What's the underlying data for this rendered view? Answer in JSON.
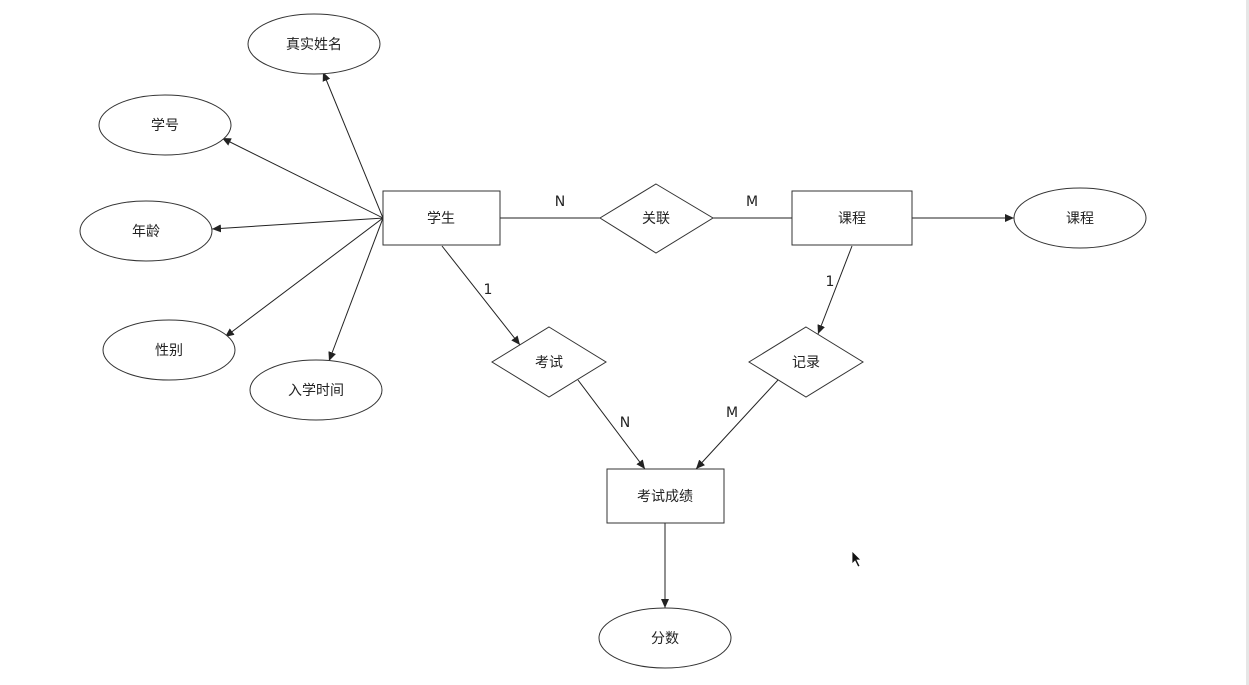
{
  "diagram": {
    "entities": {
      "student": "学生",
      "course": "课程",
      "exam_score": "考试成绩"
    },
    "relationships": {
      "link": "关联",
      "exam": "考试",
      "record": "记录"
    },
    "attributes": {
      "real_name": "真实姓名",
      "student_id": "学号",
      "age": "年龄",
      "gender": "性别",
      "enroll_time": "入学时间",
      "course_attr": "课程",
      "score": "分数"
    },
    "cardinalities": {
      "student_link": "N",
      "link_course": "M",
      "student_exam": "1",
      "exam_score": "N",
      "course_record": "1",
      "record_score": "M"
    }
  },
  "colors": {
    "stroke": "#333333",
    "fill": "#ffffff",
    "text": "#222222"
  }
}
